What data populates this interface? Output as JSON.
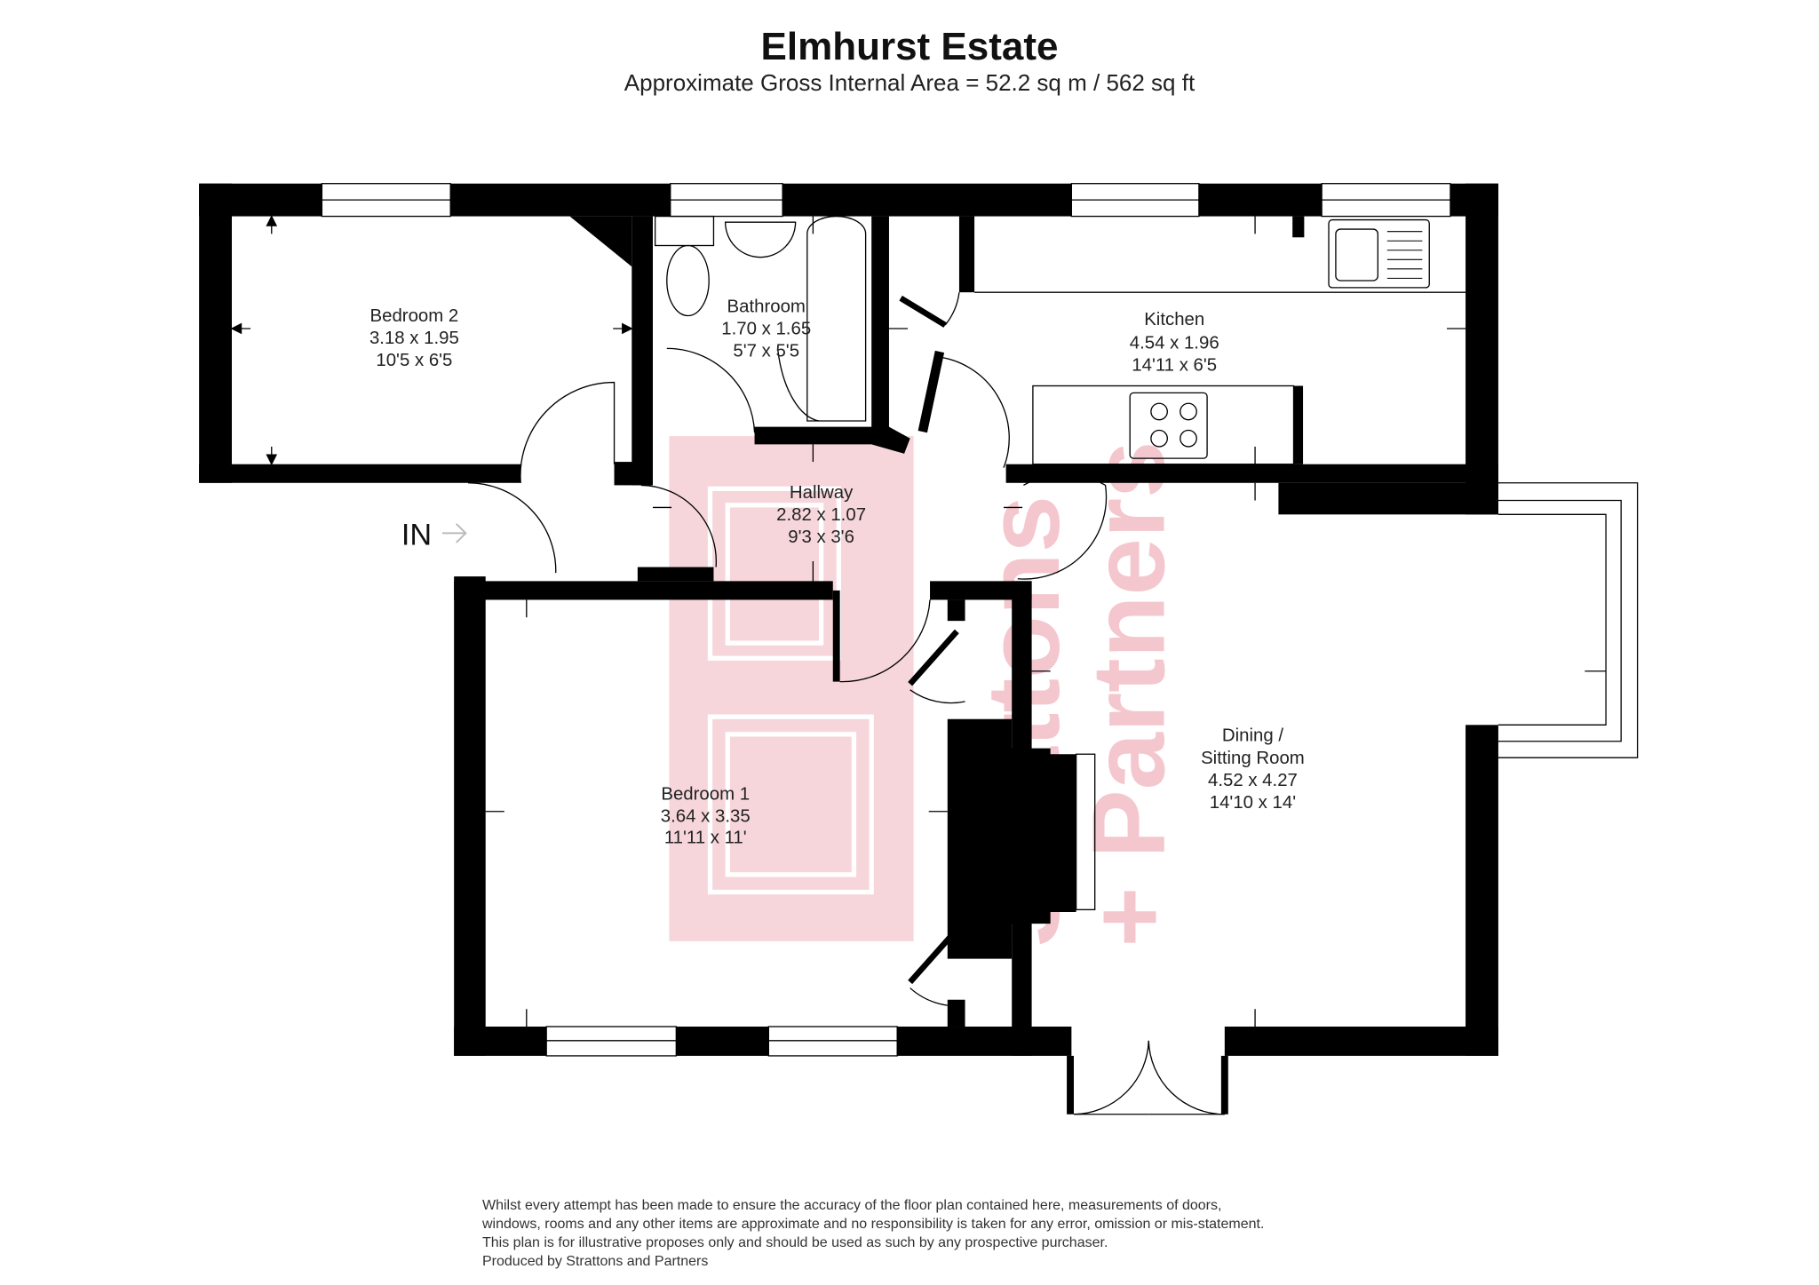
{
  "header": {
    "title": "Elmhurst Estate",
    "subtitle": "Approximate Gross Internal Area = 52.2 sq m / 562 sq ft"
  },
  "rooms": [
    {
      "name": "Bedroom 2",
      "metric": "3.18 x 1.95",
      "imperial": "10'5 x 6'5"
    },
    {
      "name": "Bathroom",
      "metric": "1.70 x 1.65",
      "imperial": "5'7 x 5'5"
    },
    {
      "name": "Kitchen",
      "metric": "4.54 x 1.96",
      "imperial": "14'11 x 6'5"
    },
    {
      "name": "Hallway",
      "metric": "2.82 x 1.07",
      "imperial": "9'3 x 3'6"
    },
    {
      "name": "Bedroom 1",
      "metric": "3.64 x 3.35",
      "imperial": "11'11 x 11'"
    },
    {
      "name_line1": "Dining /",
      "name_line2": "Sitting Room",
      "metric": "4.52 x 4.27",
      "imperial": "14'10 x 14'"
    }
  ],
  "entrance_label": "IN",
  "watermark": {
    "text": "Strattons + Partners",
    "color": "#f4c7ce"
  },
  "colors": {
    "wall": "#000000",
    "watermark_fill": "#f7d6db"
  },
  "disclaimer": [
    "Whilst every attempt has been made to ensure the accuracy of the floor plan contained here, measurements of doors,",
    "windows, rooms and any other items are approximate and no responsibility is taken for any error, omission or mis-statement.",
    "This plan is for illustrative proposes only and should be used as such by any prospective purchaser.",
    "Produced by Strattons and Partners"
  ]
}
